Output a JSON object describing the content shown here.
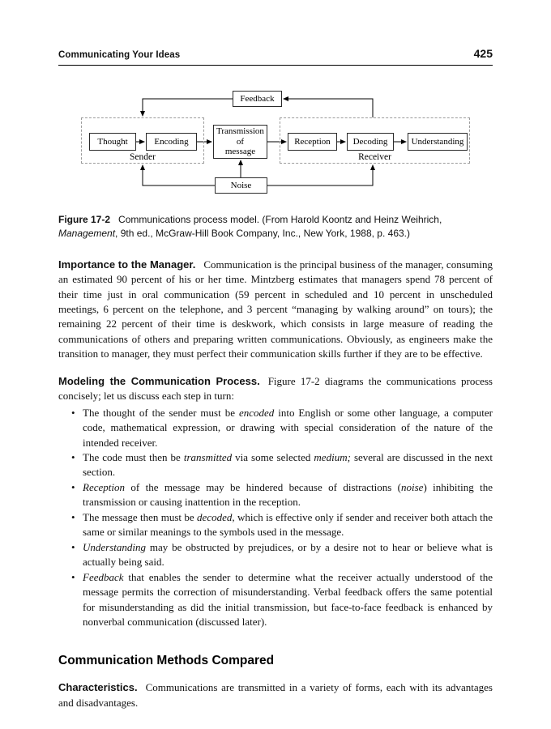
{
  "header": {
    "title": "Communicating Your Ideas",
    "page_number": "425"
  },
  "figure": {
    "boxes": {
      "feedback": "Feedback",
      "thought": "Thought",
      "encoding": "Encoding",
      "transmission": "Transmission\nof\nmessage",
      "reception": "Reception",
      "decoding": "Decoding",
      "understanding": "Understanding",
      "noise": "Noise",
      "sender_label": "Sender",
      "receiver_label": "Receiver"
    },
    "caption_segments": [
      {
        "t": "Figure 17-2",
        "s": "b cap"
      },
      {
        "t": "Communications process model. (From Harold Koontz and Heinz Weihrich, ",
        "s": ""
      },
      {
        "t": "Management",
        "s": "i"
      },
      {
        "t": ", 9th ed., McGraw-Hill Book Company, Inc., New York, 1988, p. 463.)",
        "s": ""
      }
    ]
  },
  "bullet_marker": "•",
  "sections": [
    {
      "heading": "Importance to the Manager.",
      "body": [
        {
          "t": "Communication is the principal business of the manager, consuming an estimated 90 percent of his or her time. Mintzberg estimates that managers spend 78 percent of their time just in oral communication (59 percent in scheduled and 10 percent in unscheduled meetings, 6 percent on the telephone, and 3 percent “managing by walking around” on tours); the remaining 22 percent of their time is deskwork, which consists in large measure of reading the communications of others and preparing written communications. Obviously, as engineers make the transition to manager, they must perfect their communication skills further if they are to be effective.",
          "s": ""
        }
      ]
    },
    {
      "heading": "Modeling the Communication Process.",
      "body": [
        {
          "t": "Figure 17-2 diagrams the communications process concisely; let us discuss each step in turn:",
          "s": ""
        }
      ],
      "bullets": [
        [
          {
            "t": "The thought of the sender must be ",
            "s": ""
          },
          {
            "t": "encoded",
            "s": "i"
          },
          {
            "t": " into English or some other language, a computer code, mathematical expression, or drawing with special consideration of the nature of the intended receiver.",
            "s": ""
          }
        ],
        [
          {
            "t": "The code must then be ",
            "s": ""
          },
          {
            "t": "transmitted",
            "s": "i"
          },
          {
            "t": " via some selected ",
            "s": ""
          },
          {
            "t": "medium;",
            "s": "i"
          },
          {
            "t": " several are discussed in the next section.",
            "s": ""
          }
        ],
        [
          {
            "t": "Reception",
            "s": "i"
          },
          {
            "t": " of the message may be hindered because of distractions (",
            "s": ""
          },
          {
            "t": "noise",
            "s": "i"
          },
          {
            "t": ") inhibiting the transmission or causing inattention in the reception.",
            "s": ""
          }
        ],
        [
          {
            "t": "The message then must be ",
            "s": ""
          },
          {
            "t": "decoded",
            "s": "i"
          },
          {
            "t": ", which is effective only if sender and receiver both attach the same or similar meanings to the symbols used in the message.",
            "s": ""
          }
        ],
        [
          {
            "t": "Understanding",
            "s": "i"
          },
          {
            "t": " may be obstructed by prejudices, or by a desire not to hear or believe what is actually being said.",
            "s": ""
          }
        ],
        [
          {
            "t": "Feedback",
            "s": "i"
          },
          {
            "t": " that enables the sender to determine what the receiver actually understood of the message permits the correction of misunderstanding. Verbal feedback offers the same potential for misunderstanding as did the initial transmission, but face-to-face feedback is enhanced by nonverbal communication (discussed later).",
            "s": ""
          }
        ]
      ]
    }
  ],
  "methods_heading": "Communication Methods Compared",
  "characteristics": {
    "heading": "Characteristics.",
    "body": [
      {
        "t": "Communications are transmitted in a variety of forms, each with its advantages and disadvantages.",
        "s": ""
      }
    ]
  }
}
